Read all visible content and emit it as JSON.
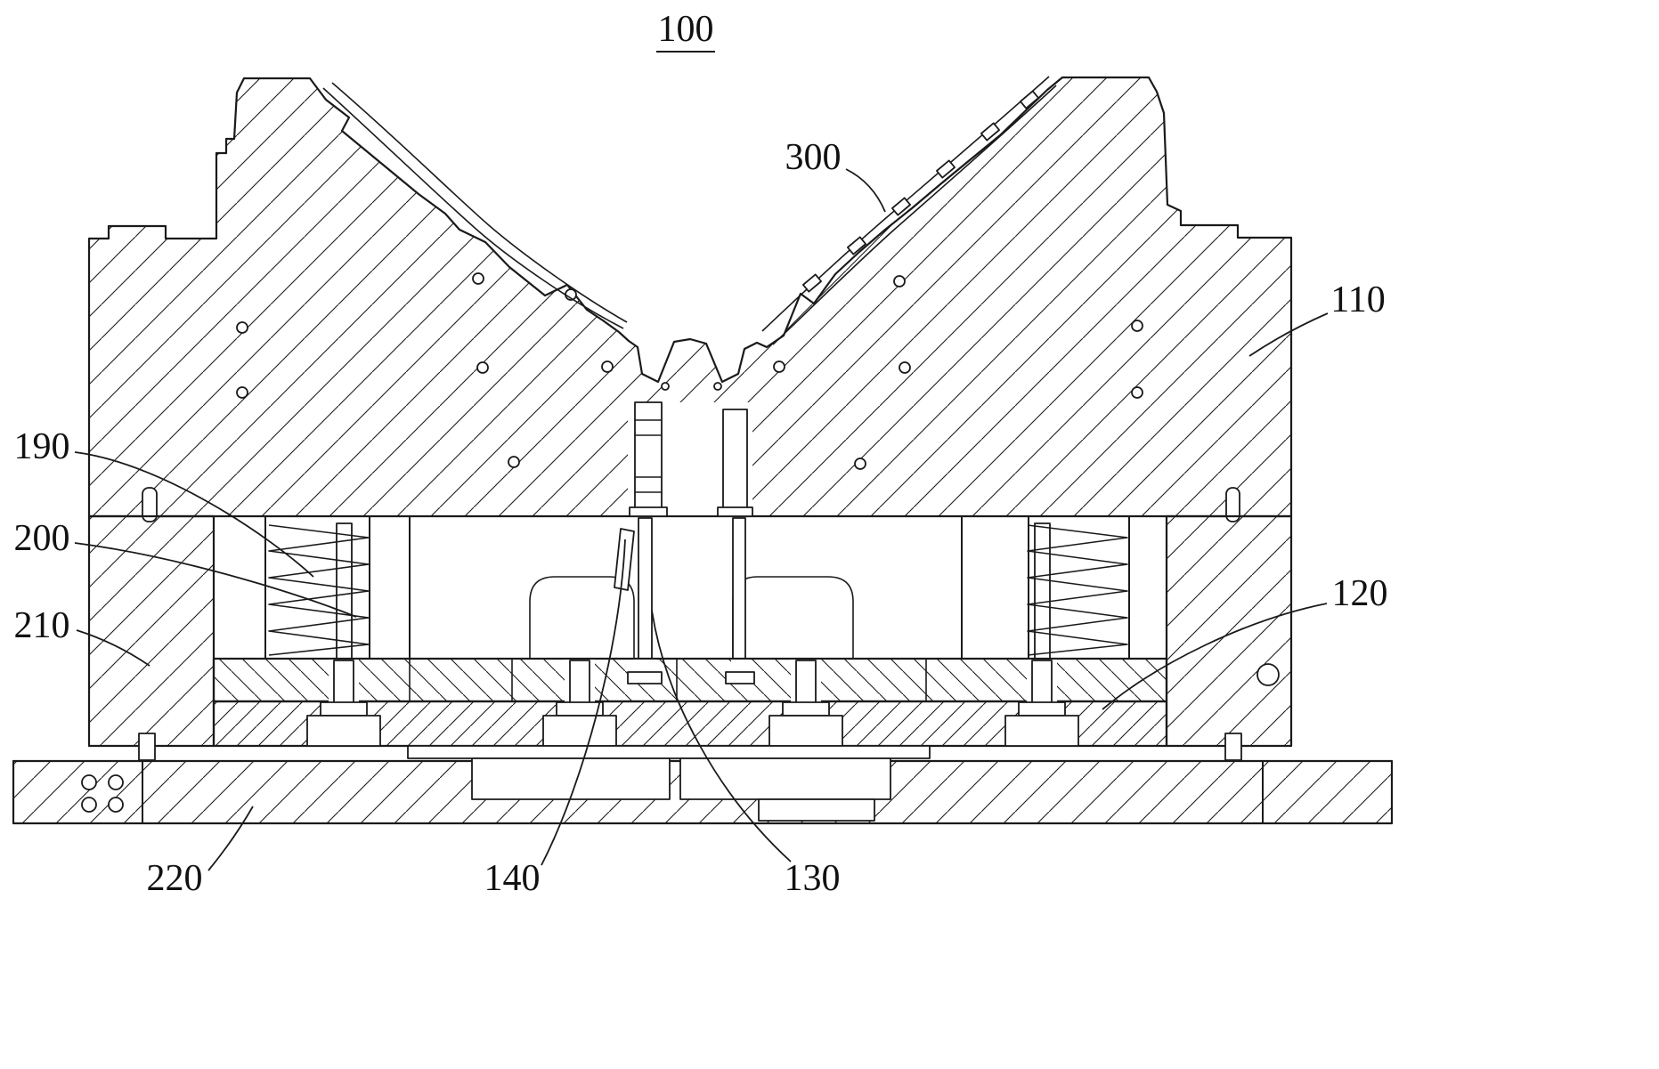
{
  "figure": {
    "title": "100",
    "background_color": "#ffffff",
    "ink_color": "#1a1a1a",
    "labels": {
      "ref110": "110",
      "ref120": "120",
      "ref130": "130",
      "ref140": "140",
      "ref190": "190",
      "ref200": "200",
      "ref210": "210",
      "ref220": "220",
      "ref300": "300"
    }
  }
}
